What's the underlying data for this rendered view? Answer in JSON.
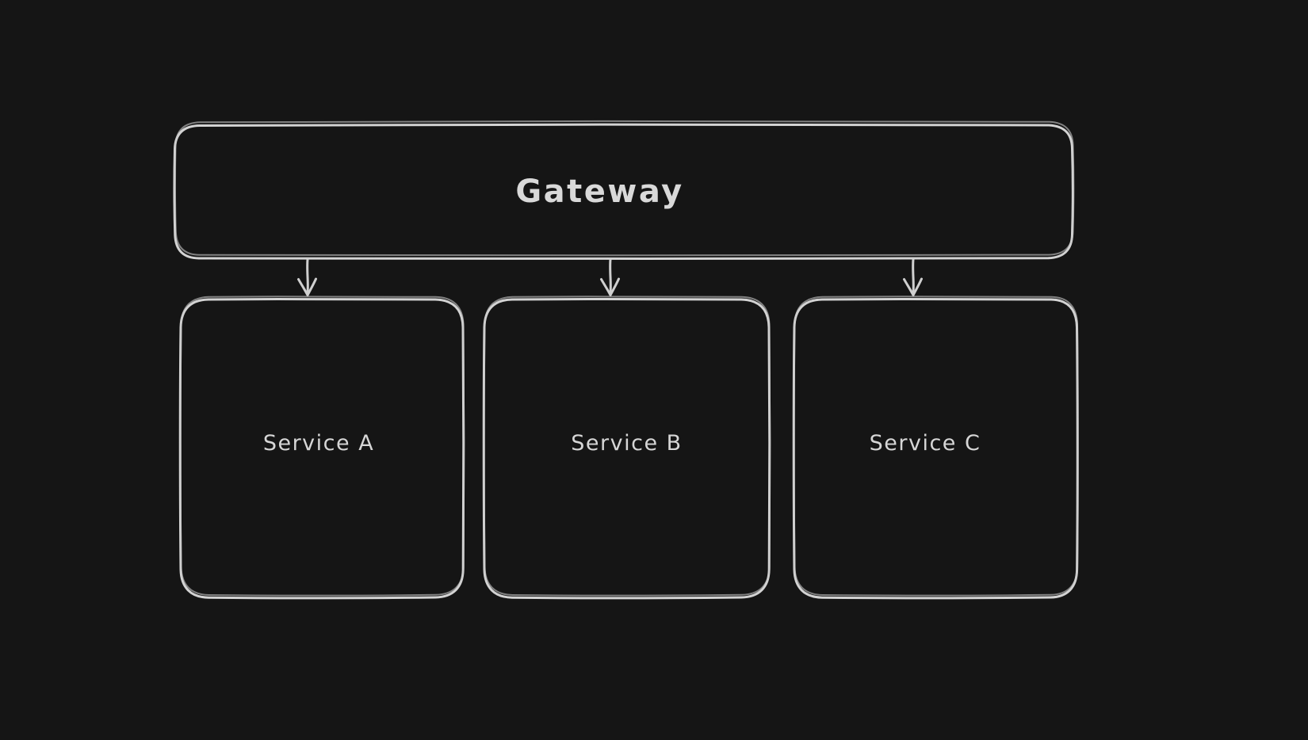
{
  "canvas": {
    "background_color": "#151515",
    "stroke_color": "#d3d3d3",
    "text_color": "#d9d9d9",
    "style": "hand-drawn-whiteboard-dark"
  },
  "nodes": [
    {
      "id": "gateway",
      "type": "rectangle",
      "label": "Gateway"
    },
    {
      "id": "service-a",
      "type": "rectangle",
      "label": "Service A"
    },
    {
      "id": "service-b",
      "type": "rectangle",
      "label": "Service B"
    },
    {
      "id": "service-c",
      "type": "rectangle",
      "label": "Service C"
    }
  ],
  "edges": [
    {
      "from": "gateway",
      "to": "service-a",
      "style": "straight-arrow-down"
    },
    {
      "from": "gateway",
      "to": "service-b",
      "style": "straight-arrow-down"
    },
    {
      "from": "gateway",
      "to": "service-c",
      "style": "straight-arrow-down"
    }
  ]
}
